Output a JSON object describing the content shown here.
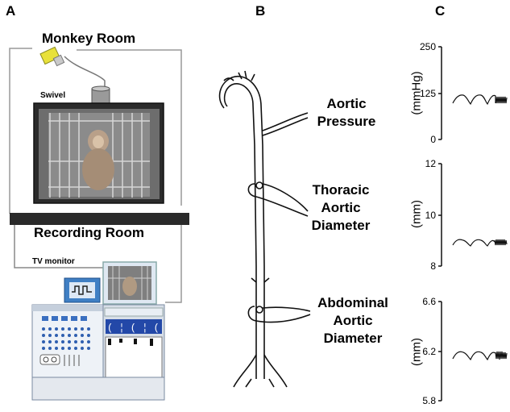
{
  "panels": {
    "a": "A",
    "b": "B",
    "c": "C"
  },
  "panel_a": {
    "monkey_room": "Monkey Room",
    "swivel": "Swivel",
    "recording_room": "Recording Room",
    "tv_monitor": "TV monitor"
  },
  "panel_b": {
    "aortic_pressure": [
      "Aortic",
      "Pressure"
    ],
    "thoracic": [
      "Thoracic",
      "Aortic",
      "Diameter"
    ],
    "abdominal": [
      "Abdominal",
      "Aortic",
      "Diameter"
    ]
  },
  "panel_c": {
    "pressure": {
      "unit": "(mmHg)",
      "ticks": [
        "250",
        "125",
        "0"
      ]
    },
    "thoracic": {
      "unit": "(mm)",
      "ticks": [
        "12",
        "10",
        "8"
      ]
    },
    "abdominal": {
      "unit": "(mm)",
      "ticks": [
        "6.6",
        "6.2",
        "5.8"
      ]
    }
  }
}
